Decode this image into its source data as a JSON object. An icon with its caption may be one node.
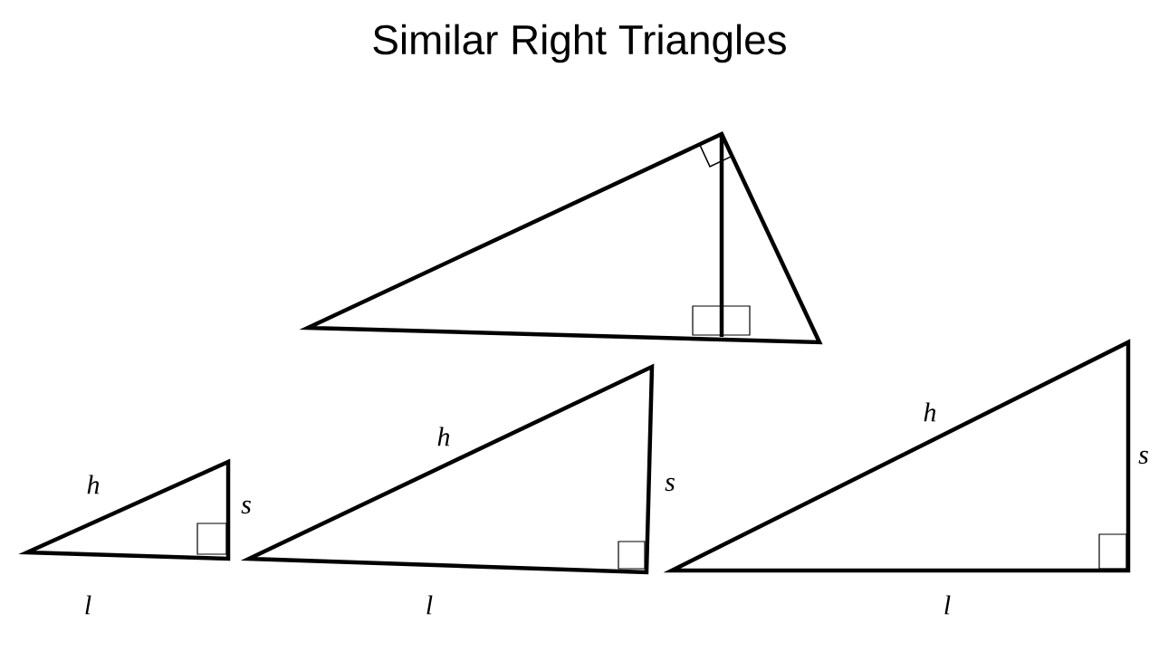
{
  "diagram": {
    "title": "Similar Right Triangles",
    "labels": [
      "h",
      "s",
      "l",
      "h",
      "s",
      "l",
      "h",
      "s",
      "l"
    ]
  }
}
